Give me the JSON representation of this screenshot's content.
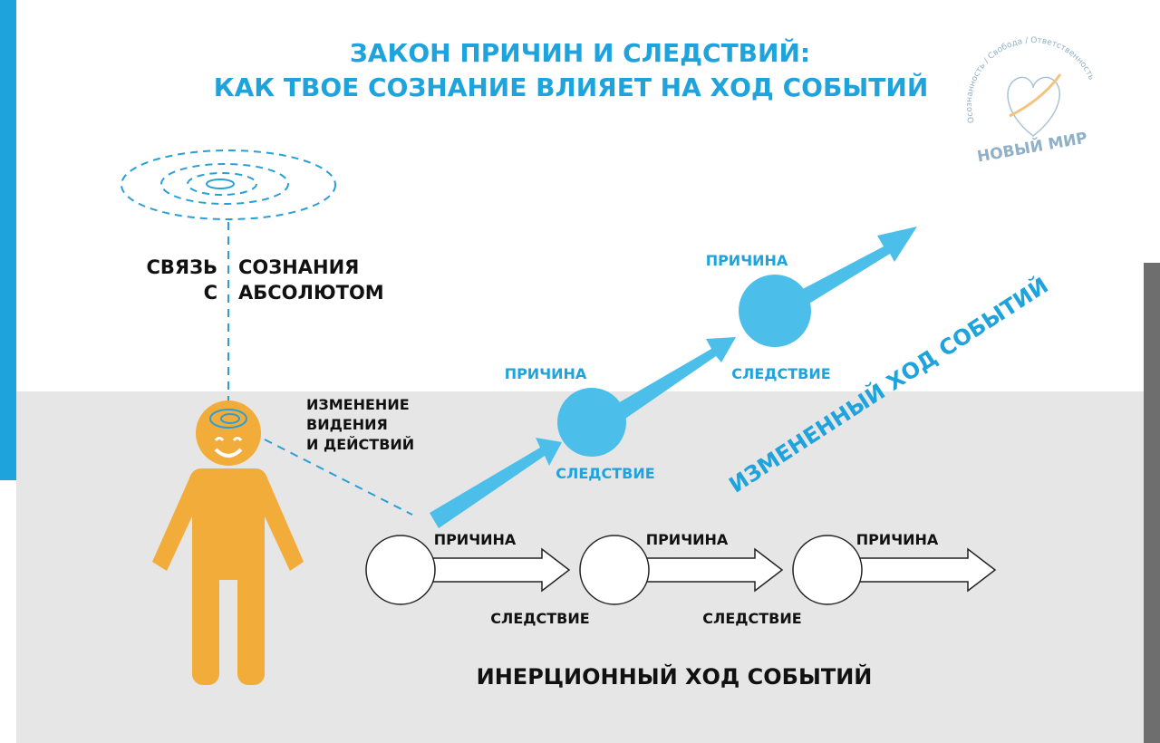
{
  "title": {
    "line1": "ЗАКОН ПРИЧИН И СЛЕДСТВИЙ:",
    "line2": "КАК ТВОЕ СОЗНАНИЕ ВЛИЯЕТ НА ХОД СОБЫТИЙ"
  },
  "logo": {
    "arc_text": "Осознанность / Свобода / Ответственность",
    "name": "НОВЫЙ МИР"
  },
  "labels": {
    "connection_line1_a": "СВЯЗЬ",
    "connection_line1_b": "СОЗНАНИЯ",
    "connection_line2_a": "С",
    "connection_line2_b": "АБСОЛЮТОМ",
    "change_line1": "ИЗМЕНЕНИЕ",
    "change_line2": "ВИДЕНИЯ",
    "change_line3": "И ДЕЙСТВИЙ",
    "cause": "ПРИЧИНА",
    "effect": "СЛЕДСТВИЕ",
    "changed_course": "ИЗМЕНЕННЫЙ ХОД СОБЫТИЙ",
    "inertial_course": "ИНЕРЦИОННЫЙ ХОД СОБЫТИЙ"
  },
  "colors": {
    "blue": "#1fa3dc",
    "light_blue": "#4bbfe9",
    "orange": "#f2ac3a",
    "gray": "#e6e6e6"
  }
}
